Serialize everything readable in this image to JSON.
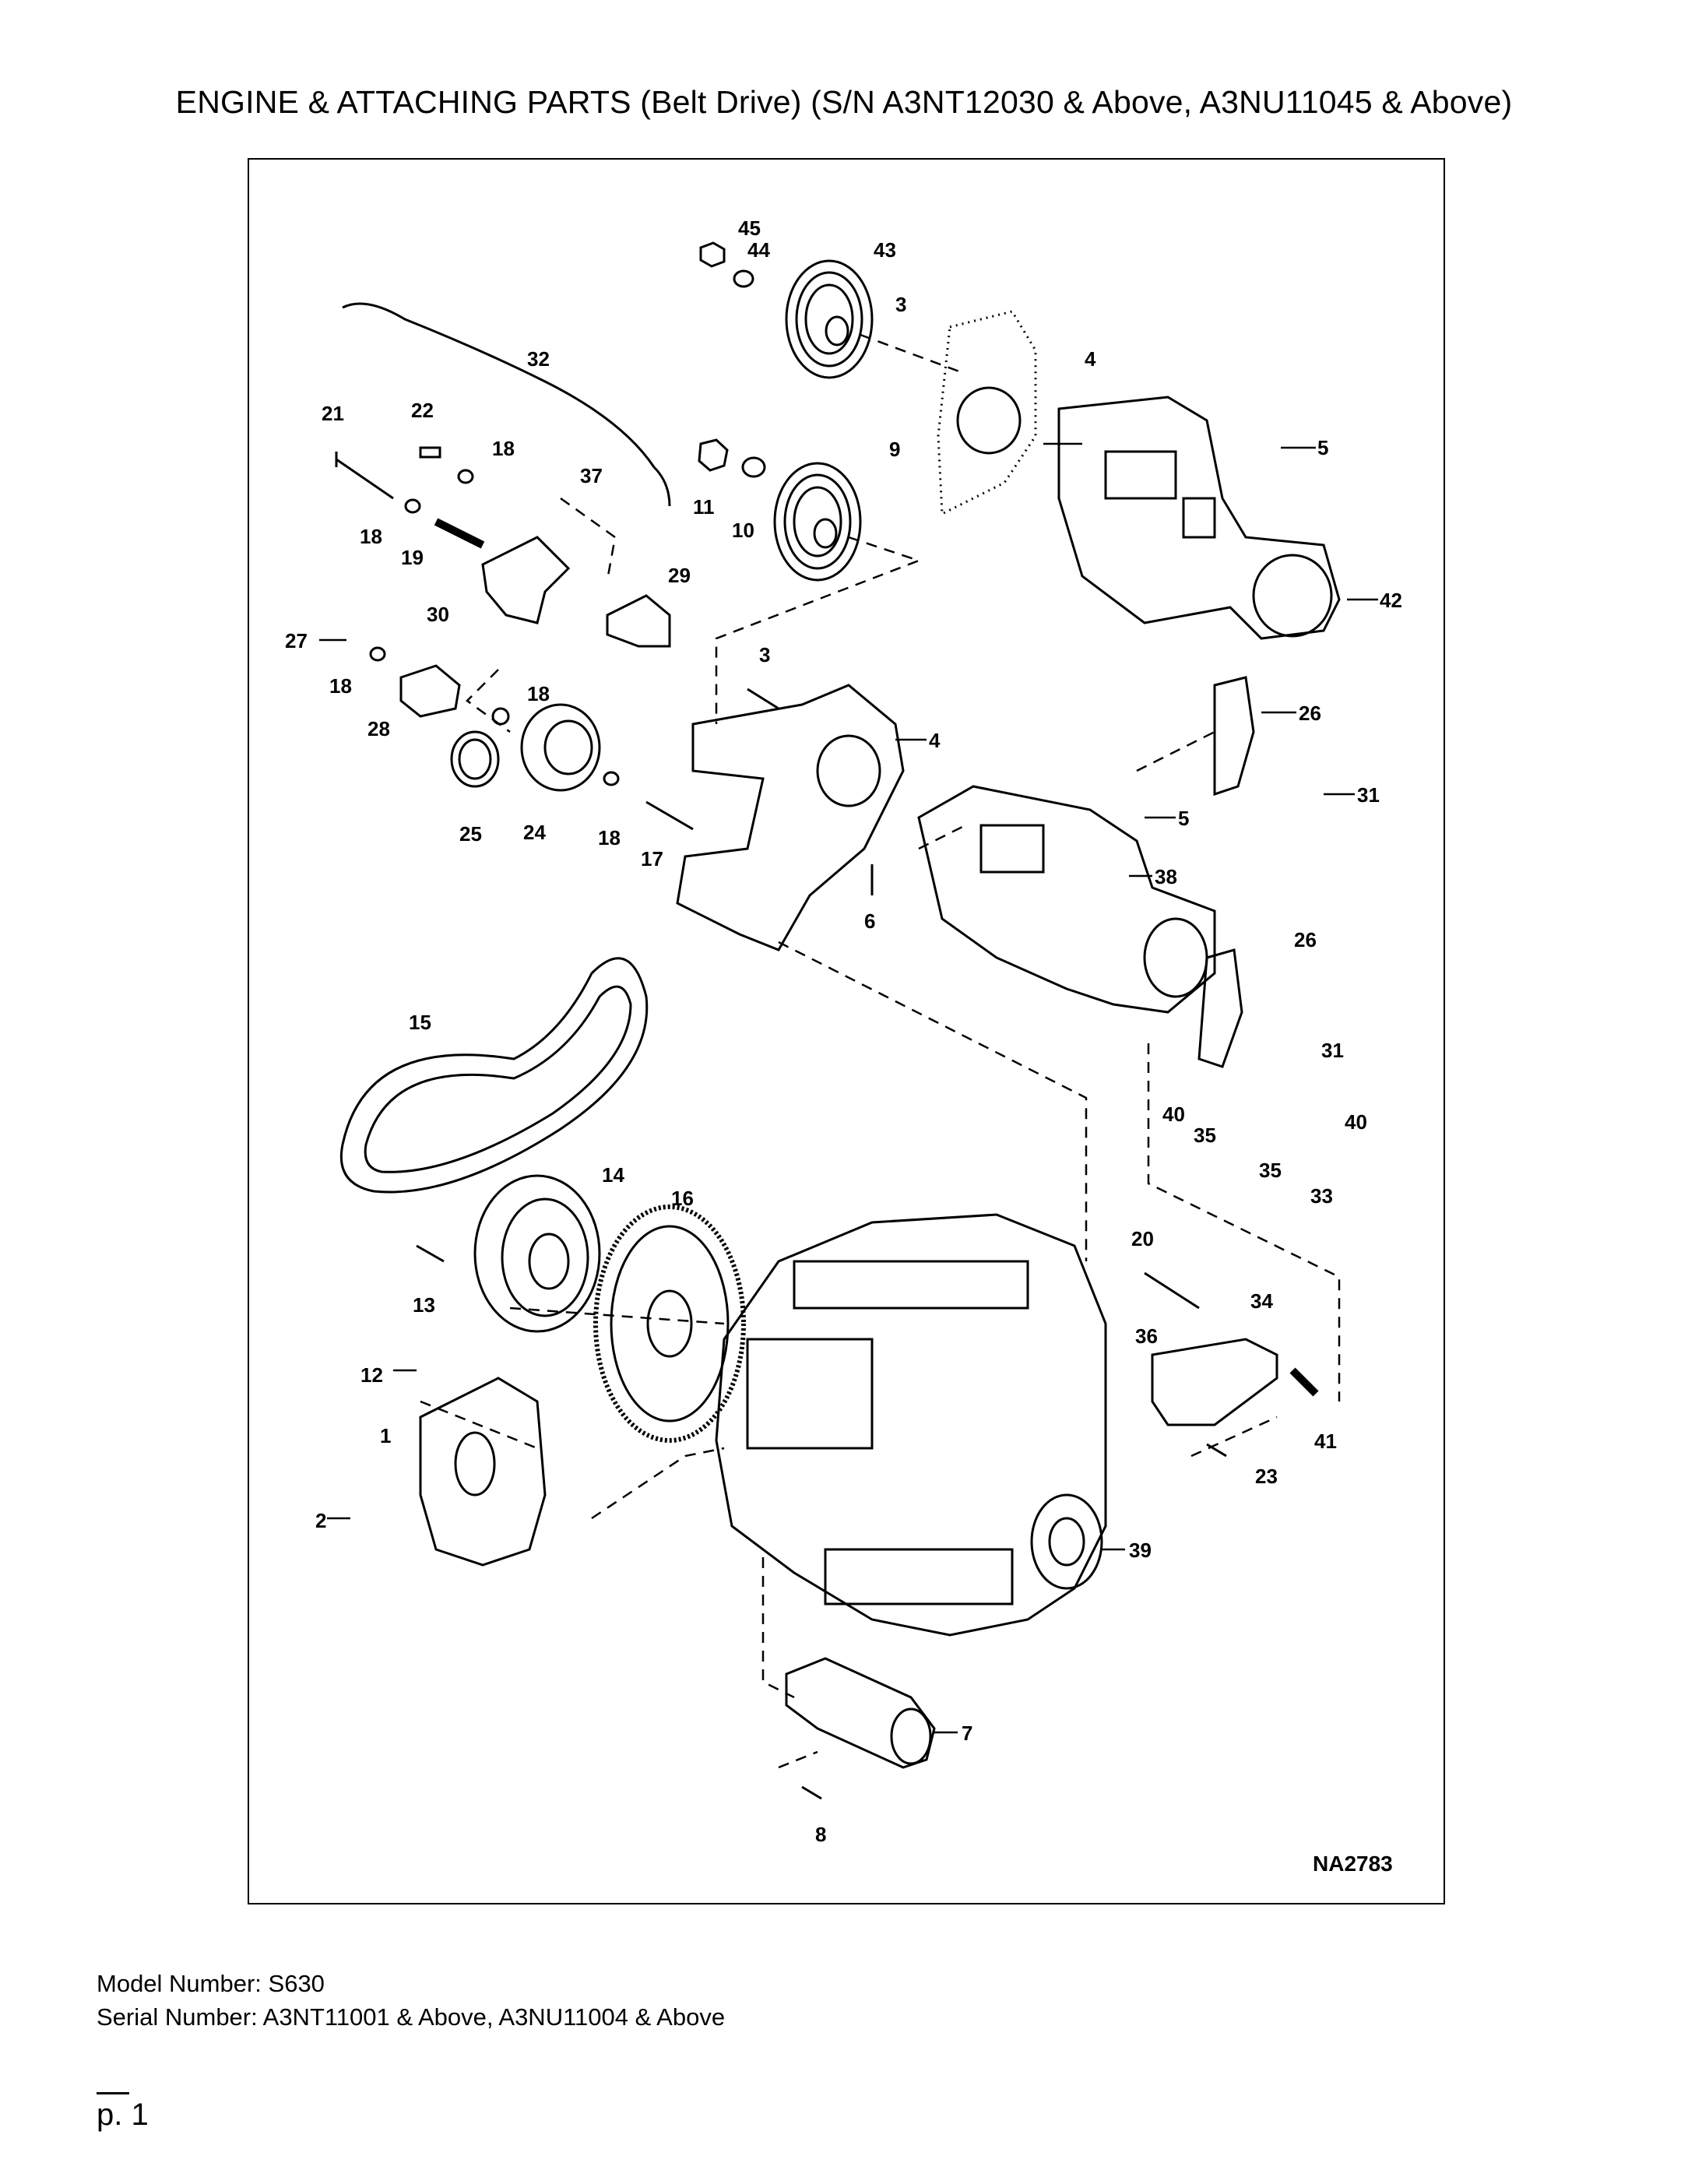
{
  "title": "ENGINE & ATTACHING PARTS (Belt Drive) (S/N A3NT12030 & Above, A3NU11045 & Above)",
  "drawing_id": "NA2783",
  "model_line": "Model Number: S630",
  "serial_line": "Serial Number: A3NT11001 & Above, A3NU11004 & Above",
  "page": "p. 1",
  "callouts": {
    "c45": "45",
    "c44": "44",
    "c43": "43",
    "c3a": "3",
    "c4a": "4",
    "c5a": "5",
    "c32": "32",
    "c21": "21",
    "c22": "22",
    "c18a": "18",
    "c37": "37",
    "c11": "11",
    "c10": "10",
    "c9": "9",
    "c18b": "18",
    "c19": "19",
    "c29": "29",
    "c30": "30",
    "c42": "42",
    "c27": "27",
    "c18c": "18",
    "c3b": "3",
    "c18d": "18",
    "c28": "28",
    "c4b": "4",
    "c26a": "26",
    "c31a": "31",
    "c25": "25",
    "c24": "24",
    "c18e": "18",
    "c17": "17",
    "c5b": "5",
    "c6": "6",
    "c38": "38",
    "c26b": "26",
    "c15": "15",
    "c31b": "31",
    "c40a": "40",
    "c35a": "35",
    "c40b": "40",
    "c35b": "35",
    "c33": "33",
    "c14": "14",
    "c16": "16",
    "c20": "20",
    "c13": "13",
    "c34": "34",
    "c36": "36",
    "c12": "12",
    "c41": "41",
    "c1": "1",
    "c23": "23",
    "c2": "2",
    "c39": "39",
    "c7": "7",
    "c8": "8"
  }
}
